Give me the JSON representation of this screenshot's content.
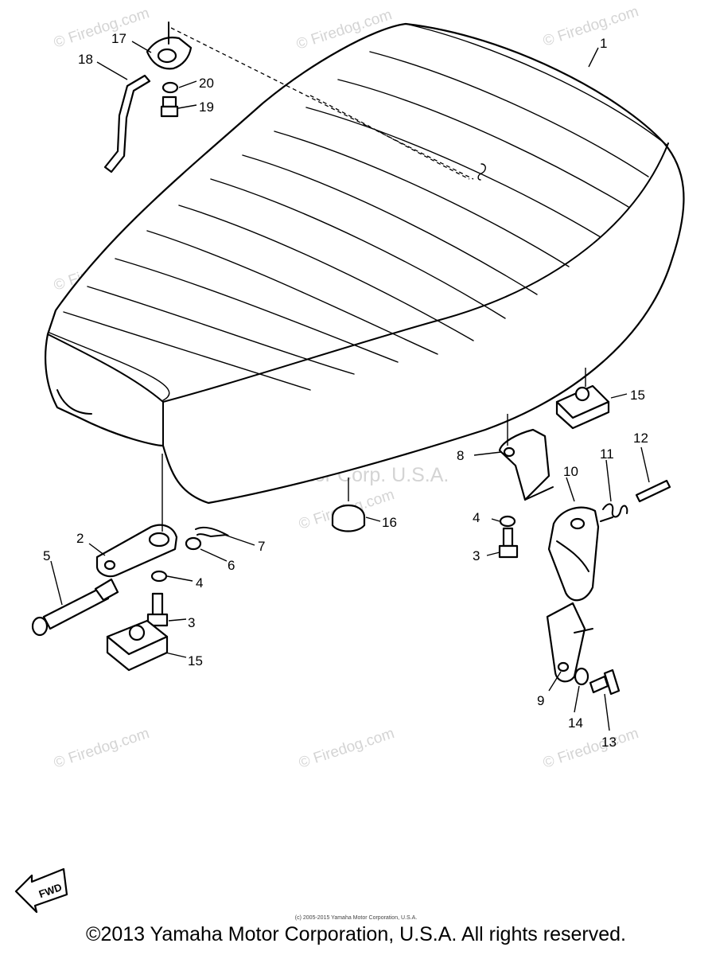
{
  "watermark": {
    "site": "© Firedog.com",
    "center_mark": "Yamaha Motor Corp. U.S.A."
  },
  "callouts": [
    "1",
    "2",
    "3",
    "3",
    "4",
    "4",
    "5",
    "6",
    "7",
    "8",
    "9",
    "10",
    "11",
    "12",
    "13",
    "14",
    "15",
    "15",
    "16",
    "17",
    "18",
    "19",
    "20"
  ],
  "fwd_label": "FWD",
  "fine_print": "(c) 2005-2015 Yamaha Motor Corporation, U.S.A.",
  "copyright": "©2013 Yamaha Motor Corporation, U.S.A. All rights reserved."
}
